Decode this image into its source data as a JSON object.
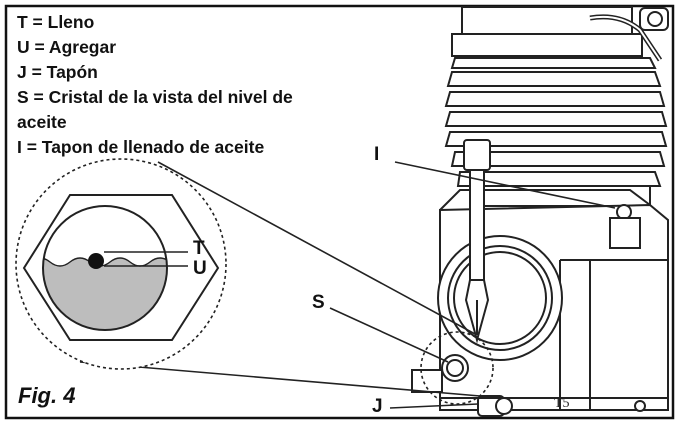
{
  "legend": [
    "T = Lleno",
    "U = Agregar",
    "J = Tapón",
    "S = Cristal de la vista del nivel de",
    "aceite",
    "I = Tapon de llenado de aceite"
  ],
  "callouts": {
    "fill_plug": "I",
    "sight_glass": "S",
    "drain_plug": "J",
    "full_level": "T",
    "add_level": "U"
  },
  "figure_label": "Fig. 4",
  "stamp": "T5",
  "colors": {
    "line": "#111111",
    "oil": "#bdbdbd",
    "background": "#ffffff"
  }
}
